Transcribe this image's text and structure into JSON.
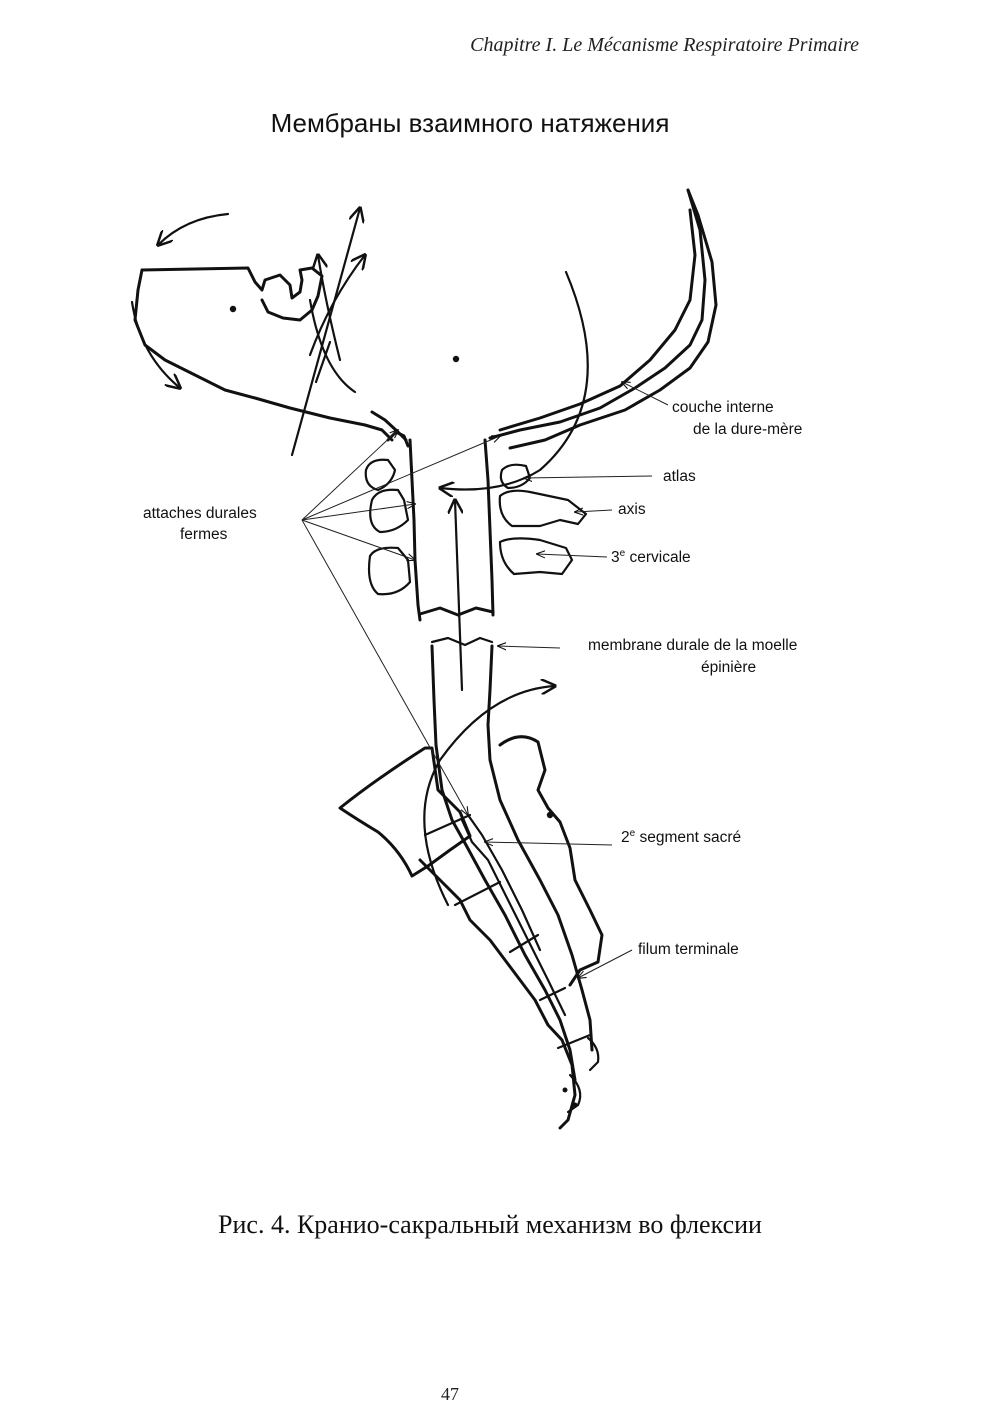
{
  "header": {
    "running_title": "Chapitre I. Le Mécanisme Respiratoire Primaire"
  },
  "figure": {
    "title": "Мембраны взаимного натяжения",
    "labels": {
      "couche_line1": "couche interne",
      "couche_line2": "de la dure-mère",
      "atlas": "atlas",
      "axis": "axis",
      "cervicale_num": "3",
      "cervicale_sup": "e",
      "cervicale_text": " cervicale",
      "attaches_line1": "attaches durales",
      "attaches_line2": "fermes",
      "membrane_line1": "membrane durale de la moelle",
      "membrane_line2": "épinière",
      "sacre_num": "2",
      "sacre_sup": "e",
      "sacre_text": " segment sacré",
      "filum": "filum terminale"
    },
    "caption": "Рис. 4. Кранио-сакральный механизм во флексии"
  },
  "footer": {
    "page_number": "47"
  }
}
